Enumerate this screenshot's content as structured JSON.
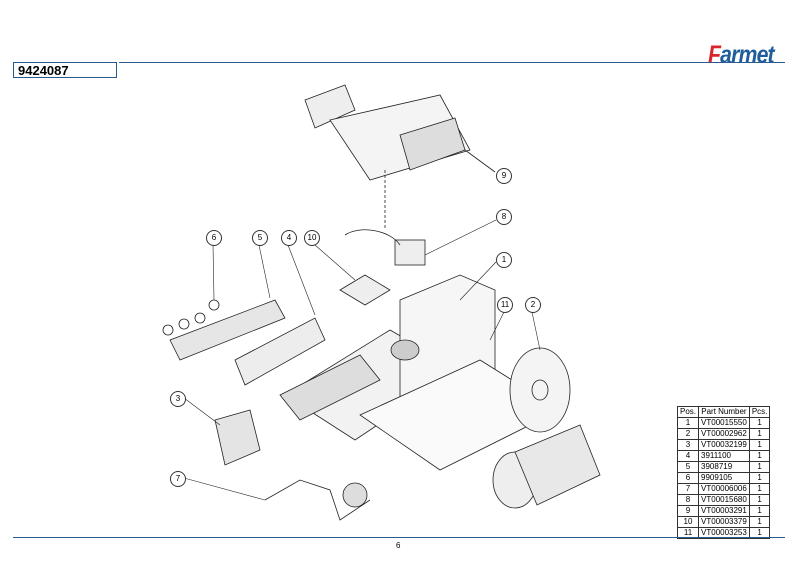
{
  "header": {
    "logo": "Farmet",
    "logo_first": "F",
    "logo_rest": "armet",
    "document_number": "9424087"
  },
  "callouts": [
    "1",
    "2",
    "3",
    "4",
    "5",
    "6",
    "7",
    "8",
    "9",
    "10",
    "11"
  ],
  "table": {
    "headers": [
      "Pos.",
      "Part Number",
      "Pcs."
    ],
    "rows": [
      [
        "1",
        "VT00015550",
        "1"
      ],
      [
        "2",
        "VT00002962",
        "1"
      ],
      [
        "3",
        "VT00032199",
        "1"
      ],
      [
        "4",
        "3911100",
        "1"
      ],
      [
        "5",
        "3908719",
        "1"
      ],
      [
        "6",
        "9909105",
        "1"
      ],
      [
        "7",
        "VT00006006",
        "1"
      ],
      [
        "8",
        "VT00015680",
        "1"
      ],
      [
        "9",
        "VT00003291",
        "1"
      ],
      [
        "10",
        "VT00003379",
        "1"
      ],
      [
        "11",
        "VT00003253",
        "1"
      ]
    ]
  },
  "footer": {
    "page_number": "6"
  },
  "colors": {
    "brand_blue": "#1f5d9c",
    "brand_red": "#d8262b",
    "rule": "#2c5a8c"
  }
}
